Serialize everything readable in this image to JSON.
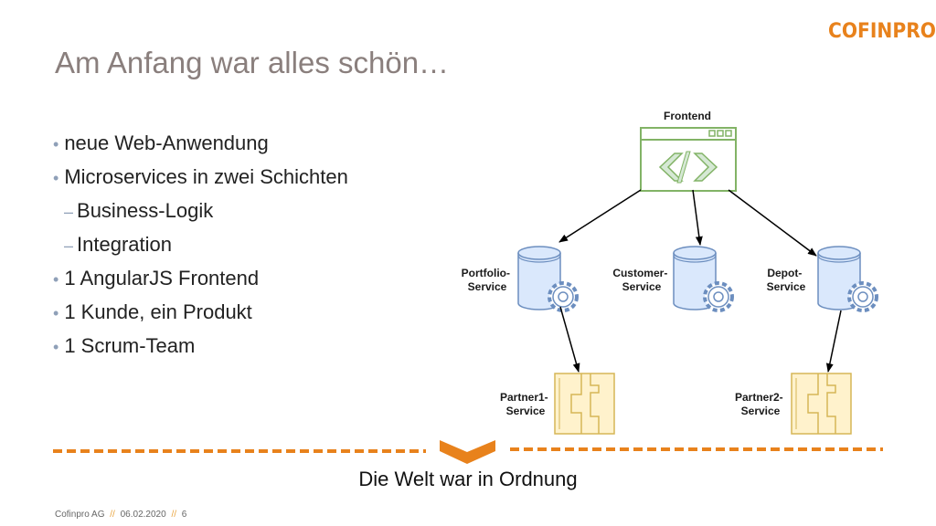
{
  "slide": {
    "title": "Am Anfang war alles schön…",
    "logo_text": "COFINPRO",
    "bullets": [
      {
        "level": 1,
        "marker": "•",
        "text": "neue Web-Anwendung"
      },
      {
        "level": 1,
        "marker": "•",
        "text": "Microservices in zwei Schichten"
      },
      {
        "level": 2,
        "marker": "–",
        "text": "Business-Logik"
      },
      {
        "level": 2,
        "marker": "–",
        "text": "Integration"
      },
      {
        "level": 1,
        "marker": "•",
        "text": "1 AngularJS Frontend"
      },
      {
        "level": 1,
        "marker": "•",
        "text": "1 Kunde, ein Produkt"
      },
      {
        "level": 1,
        "marker": "•",
        "text": "1 Scrum-Team"
      }
    ],
    "caption": "Die Welt war in Ordnung"
  },
  "diagram": {
    "frontend": {
      "label": "Frontend",
      "icon": "browser-code-icon"
    },
    "services": [
      {
        "label_line1": "Portfolio-",
        "label_line2": "Service",
        "icon": "database-gear-icon"
      },
      {
        "label_line1": "Customer-",
        "label_line2": "Service",
        "icon": "database-gear-icon"
      },
      {
        "label_line1": "Depot-",
        "label_line2": "Service",
        "icon": "database-gear-icon"
      }
    ],
    "partners": [
      {
        "label_line1": "Partner1-",
        "label_line2": "Service",
        "icon": "integration-bracket-icon"
      },
      {
        "label_line1": "Partner2-",
        "label_line2": "Service",
        "icon": "integration-bracket-icon"
      }
    ]
  },
  "footer": {
    "company": "Cofinpro AG",
    "separator": "//",
    "date": "06.02.2020",
    "page": "6"
  },
  "colors": {
    "accent_orange": "#e8821c",
    "title_gray": "#8a7f7d",
    "frontend_green": "#82b366",
    "frontend_fill": "#d5e8d4",
    "db_fill": "#dae8fc",
    "db_stroke": "#6c8ebf",
    "partner_fill": "#fff2cc",
    "partner_stroke": "#d6b656"
  }
}
